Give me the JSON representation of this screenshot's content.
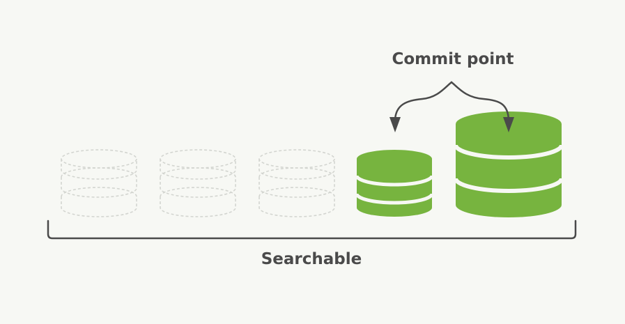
{
  "labels": {
    "commit_point": "Commit point",
    "searchable": "Searchable"
  },
  "colors": {
    "background": "#f7f8f4",
    "segment_green": "#77b43f",
    "ghost_outline": "#d3d5d0",
    "ink": "#4a4a4a",
    "divider_white": "#f7f8f4"
  },
  "segments": [
    {
      "state": "faded",
      "layers": 3
    },
    {
      "state": "faded",
      "layers": 3
    },
    {
      "state": "faded",
      "layers": 3
    },
    {
      "state": "committed",
      "layers": 3
    },
    {
      "state": "committed",
      "layers": 3
    }
  ]
}
